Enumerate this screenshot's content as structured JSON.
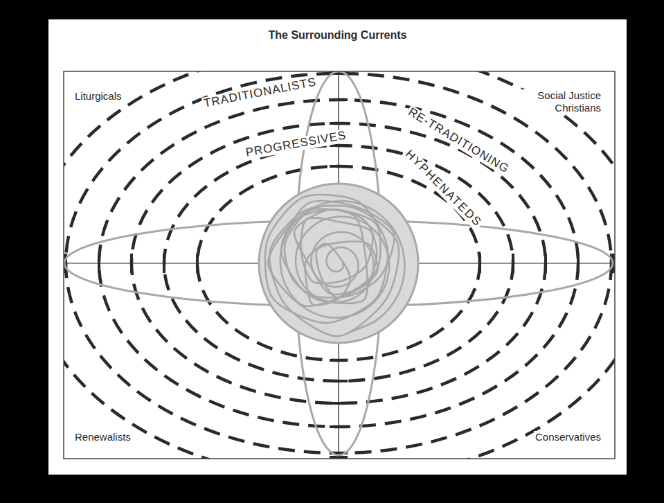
{
  "diagram": {
    "title": "The Surrounding Currents",
    "labels": [
      "Liturgicals",
      "TRADITIONALISTS",
      "Social Justice Christians",
      "PROGRESSIVES",
      "RE-TRADITIONING",
      "HYPHENATEDS",
      "Renewalists",
      "Conservatives"
    ]
  }
}
